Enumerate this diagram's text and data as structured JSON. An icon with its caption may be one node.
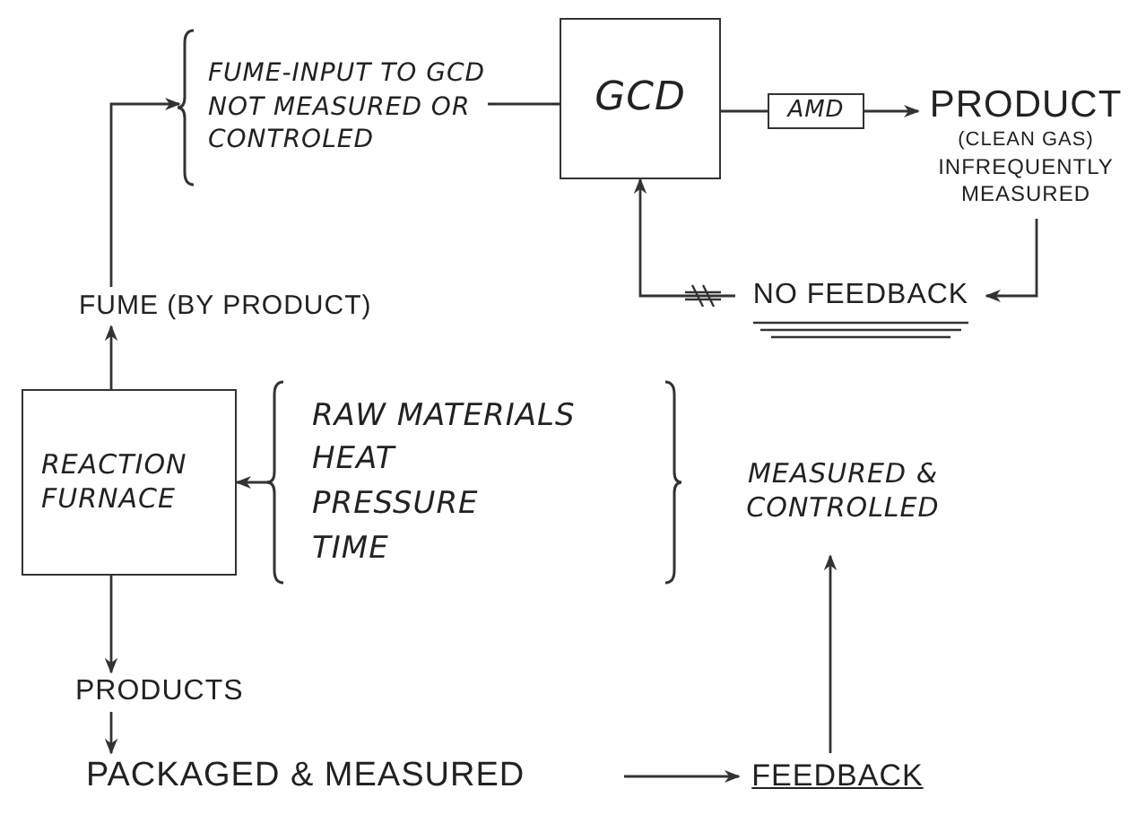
{
  "diagram": {
    "nodes": [
      {
        "text": [
          "FUME-INPUT TO GCD NOT MEASURED OR CONTROLED"
        ]
      },
      {
        "text": [
          "GCD"
        ]
      },
      {
        "text": [
          "AMD"
        ]
      },
      {
        "text": [
          "PRODUCT",
          "(CLEAN GAS)",
          "INFREQUENTLY MEASURED"
        ]
      },
      {
        "text": [
          "NO FEEDBACK"
        ]
      },
      {
        "text": [
          "FUME (BY PRODUCT)"
        ]
      },
      {
        "text": [
          "REACTION FURNACE"
        ]
      },
      {
        "text": [
          "RAW MATERIALS",
          "HEAT",
          "PRESSURE",
          "TIME"
        ]
      },
      {
        "text": [
          "MEASURED & CONTROLLED"
        ]
      },
      {
        "text": [
          "PRODUCTS"
        ]
      },
      {
        "text": [
          "PACKAGED & MEASURED"
        ]
      },
      {
        "text": [
          "FEEDBACK"
        ]
      }
    ],
    "edges": [
      {
        "from": 6,
        "to": 5,
        "arrow": "to"
      },
      {
        "from": 5,
        "to": 0,
        "arrow": "to"
      },
      {
        "from": 0,
        "to": 1,
        "arrow": "none"
      },
      {
        "from": 1,
        "to": 2,
        "arrow": "none"
      },
      {
        "from": 2,
        "to": 3,
        "arrow": "to"
      },
      {
        "from": 3,
        "to": 4,
        "arrow": "to"
      },
      {
        "from": 4,
        "to": 1,
        "arrow": "to"
      },
      {
        "from": 7,
        "to": 6,
        "arrow": "to"
      },
      {
        "from": 6,
        "to": 9,
        "arrow": "to"
      },
      {
        "from": 9,
        "to": 10,
        "arrow": "to"
      },
      {
        "from": 10,
        "to": 11,
        "arrow": "to"
      },
      {
        "from": 11,
        "to": 8,
        "arrow": "to"
      }
    ]
  }
}
